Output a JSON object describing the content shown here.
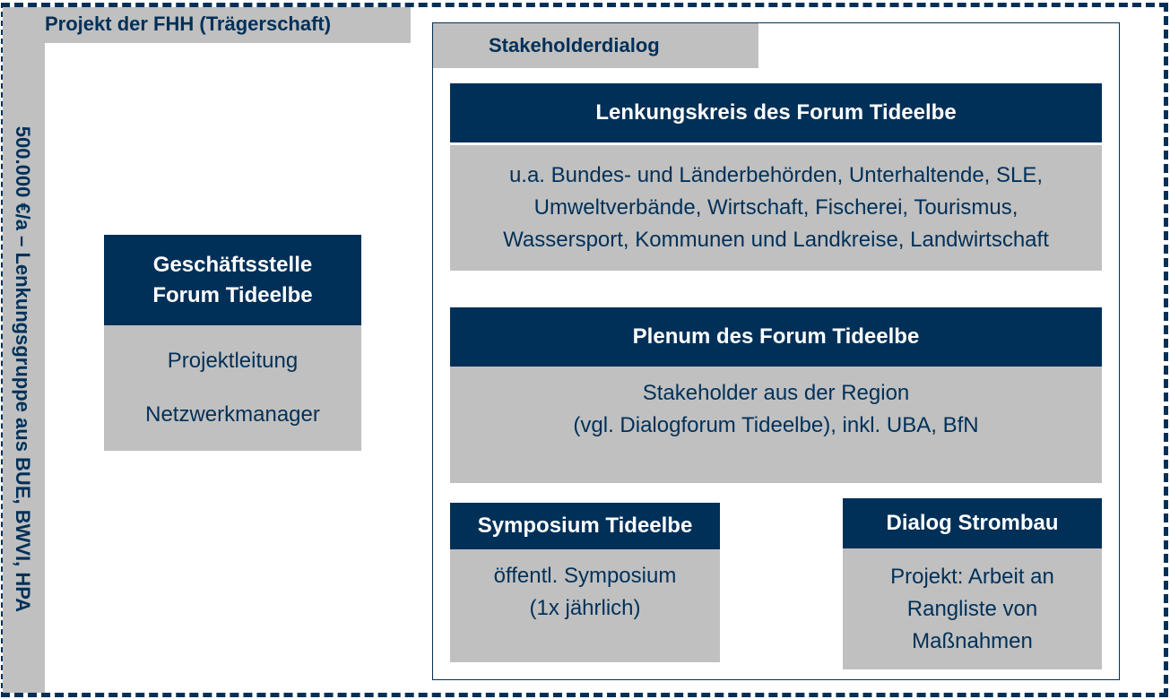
{
  "trager": {
    "label": "Projekt der FHH (Trägerschaft)",
    "side_label": "500.000 €/a  –  Lenkungsgruppe aus BUE, BWVI, HPA"
  },
  "geschaeftsstelle": {
    "title_lines": [
      "Geschäftsstelle",
      "Forum Tideelbe"
    ],
    "items": [
      "Projektleitung",
      "Netzwerkmanager"
    ]
  },
  "stakeholder": {
    "label": "Stakeholderdialog",
    "lenkungskreis": {
      "title": "Lenkungskreis des Forum Tideelbe",
      "lines": [
        "u.a. Bundes- und Länderbehörden, Unterhaltende, SLE,",
        "Umweltverbände, Wirtschaft, Fischerei, Tourismus,",
        "Wassersport, Kommunen und Landkreise, Landwirtschaft"
      ]
    },
    "plenum": {
      "title": "Plenum des Forum Tideelbe",
      "lines": [
        "Stakeholder aus der Region",
        "(vgl. Dialogforum Tideelbe), inkl. UBA, BfN"
      ]
    },
    "symposium": {
      "title": "Symposium Tideelbe",
      "lines": [
        "öffentl. Symposium",
        "(1x jährlich)"
      ]
    },
    "strombau": {
      "title": "Dialog Strombau",
      "lines": [
        "Projekt: Arbeit an",
        "Rangliste von",
        "Maßnahmen"
      ]
    }
  },
  "colors": {
    "navy": "#003058",
    "gray": "#c0c0c0"
  }
}
